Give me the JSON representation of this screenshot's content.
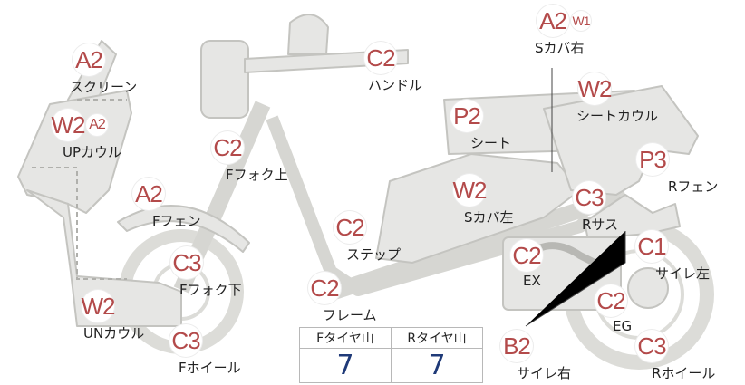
{
  "parts": [
    {
      "id": "a2-screen",
      "codes": [
        "A2"
      ],
      "label": "スクリーン"
    },
    {
      "id": "c2-handle",
      "codes": [
        "C2"
      ],
      "label": "ハンドル"
    },
    {
      "id": "a2w1-scover-right",
      "codes": [
        "A2",
        "W1"
      ],
      "label": "Sカバ右"
    },
    {
      "id": "w2-seat-cowl",
      "codes": [
        "W2"
      ],
      "label": "シートカウル"
    },
    {
      "id": "p2-seat",
      "codes": [
        "P2"
      ],
      "label": "シート"
    },
    {
      "id": "w2a2-up-cowl",
      "codes": [
        "W2",
        "A2"
      ],
      "label": "UPカウル"
    },
    {
      "id": "c2-ffork-upper",
      "codes": [
        "C2"
      ],
      "label": "Fフォク上"
    },
    {
      "id": "p3-rfender",
      "codes": [
        "P3"
      ],
      "label": "Rフェン"
    },
    {
      "id": "a2-ffender",
      "codes": [
        "A2"
      ],
      "label": "Fフェン"
    },
    {
      "id": "w2-scover-left",
      "codes": [
        "W2"
      ],
      "label": "Sカバ左"
    },
    {
      "id": "c3-rsus",
      "codes": [
        "C3"
      ],
      "label": "Rサス"
    },
    {
      "id": "c2-step",
      "codes": [
        "C2"
      ],
      "label": "ステップ"
    },
    {
      "id": "c3-ffork-lower",
      "codes": [
        "C3"
      ],
      "label": "Fフォク下"
    },
    {
      "id": "c2-ex",
      "codes": [
        "C2"
      ],
      "label": "EX"
    },
    {
      "id": "c1-muffler-left",
      "codes": [
        "C1"
      ],
      "label": "サイレ左"
    },
    {
      "id": "c2-frame",
      "codes": [
        "C2"
      ],
      "label": "フレーム"
    },
    {
      "id": "w2-un-cowl",
      "codes": [
        "W2"
      ],
      "label": "UNカウル"
    },
    {
      "id": "c2-eg",
      "codes": [
        "C2"
      ],
      "label": "EG"
    },
    {
      "id": "c3-fwheel",
      "codes": [
        "C3"
      ],
      "label": "Fホイール"
    },
    {
      "id": "b2-muffler-right",
      "codes": [
        "B2"
      ],
      "label": "サイレ右"
    },
    {
      "id": "c3-rwheel",
      "codes": [
        "C3"
      ],
      "label": "Rホイール"
    }
  ],
  "tread": {
    "front_header": "Fタイヤ山",
    "rear_header": "Rタイヤ山",
    "front_value": "7",
    "rear_value": "7"
  },
  "colors": {
    "part_fill": "#e6e6e4",
    "part_stroke": "#c4c4c0",
    "badge_text": "#b34a4a",
    "tread_value": "#1f3a78"
  }
}
